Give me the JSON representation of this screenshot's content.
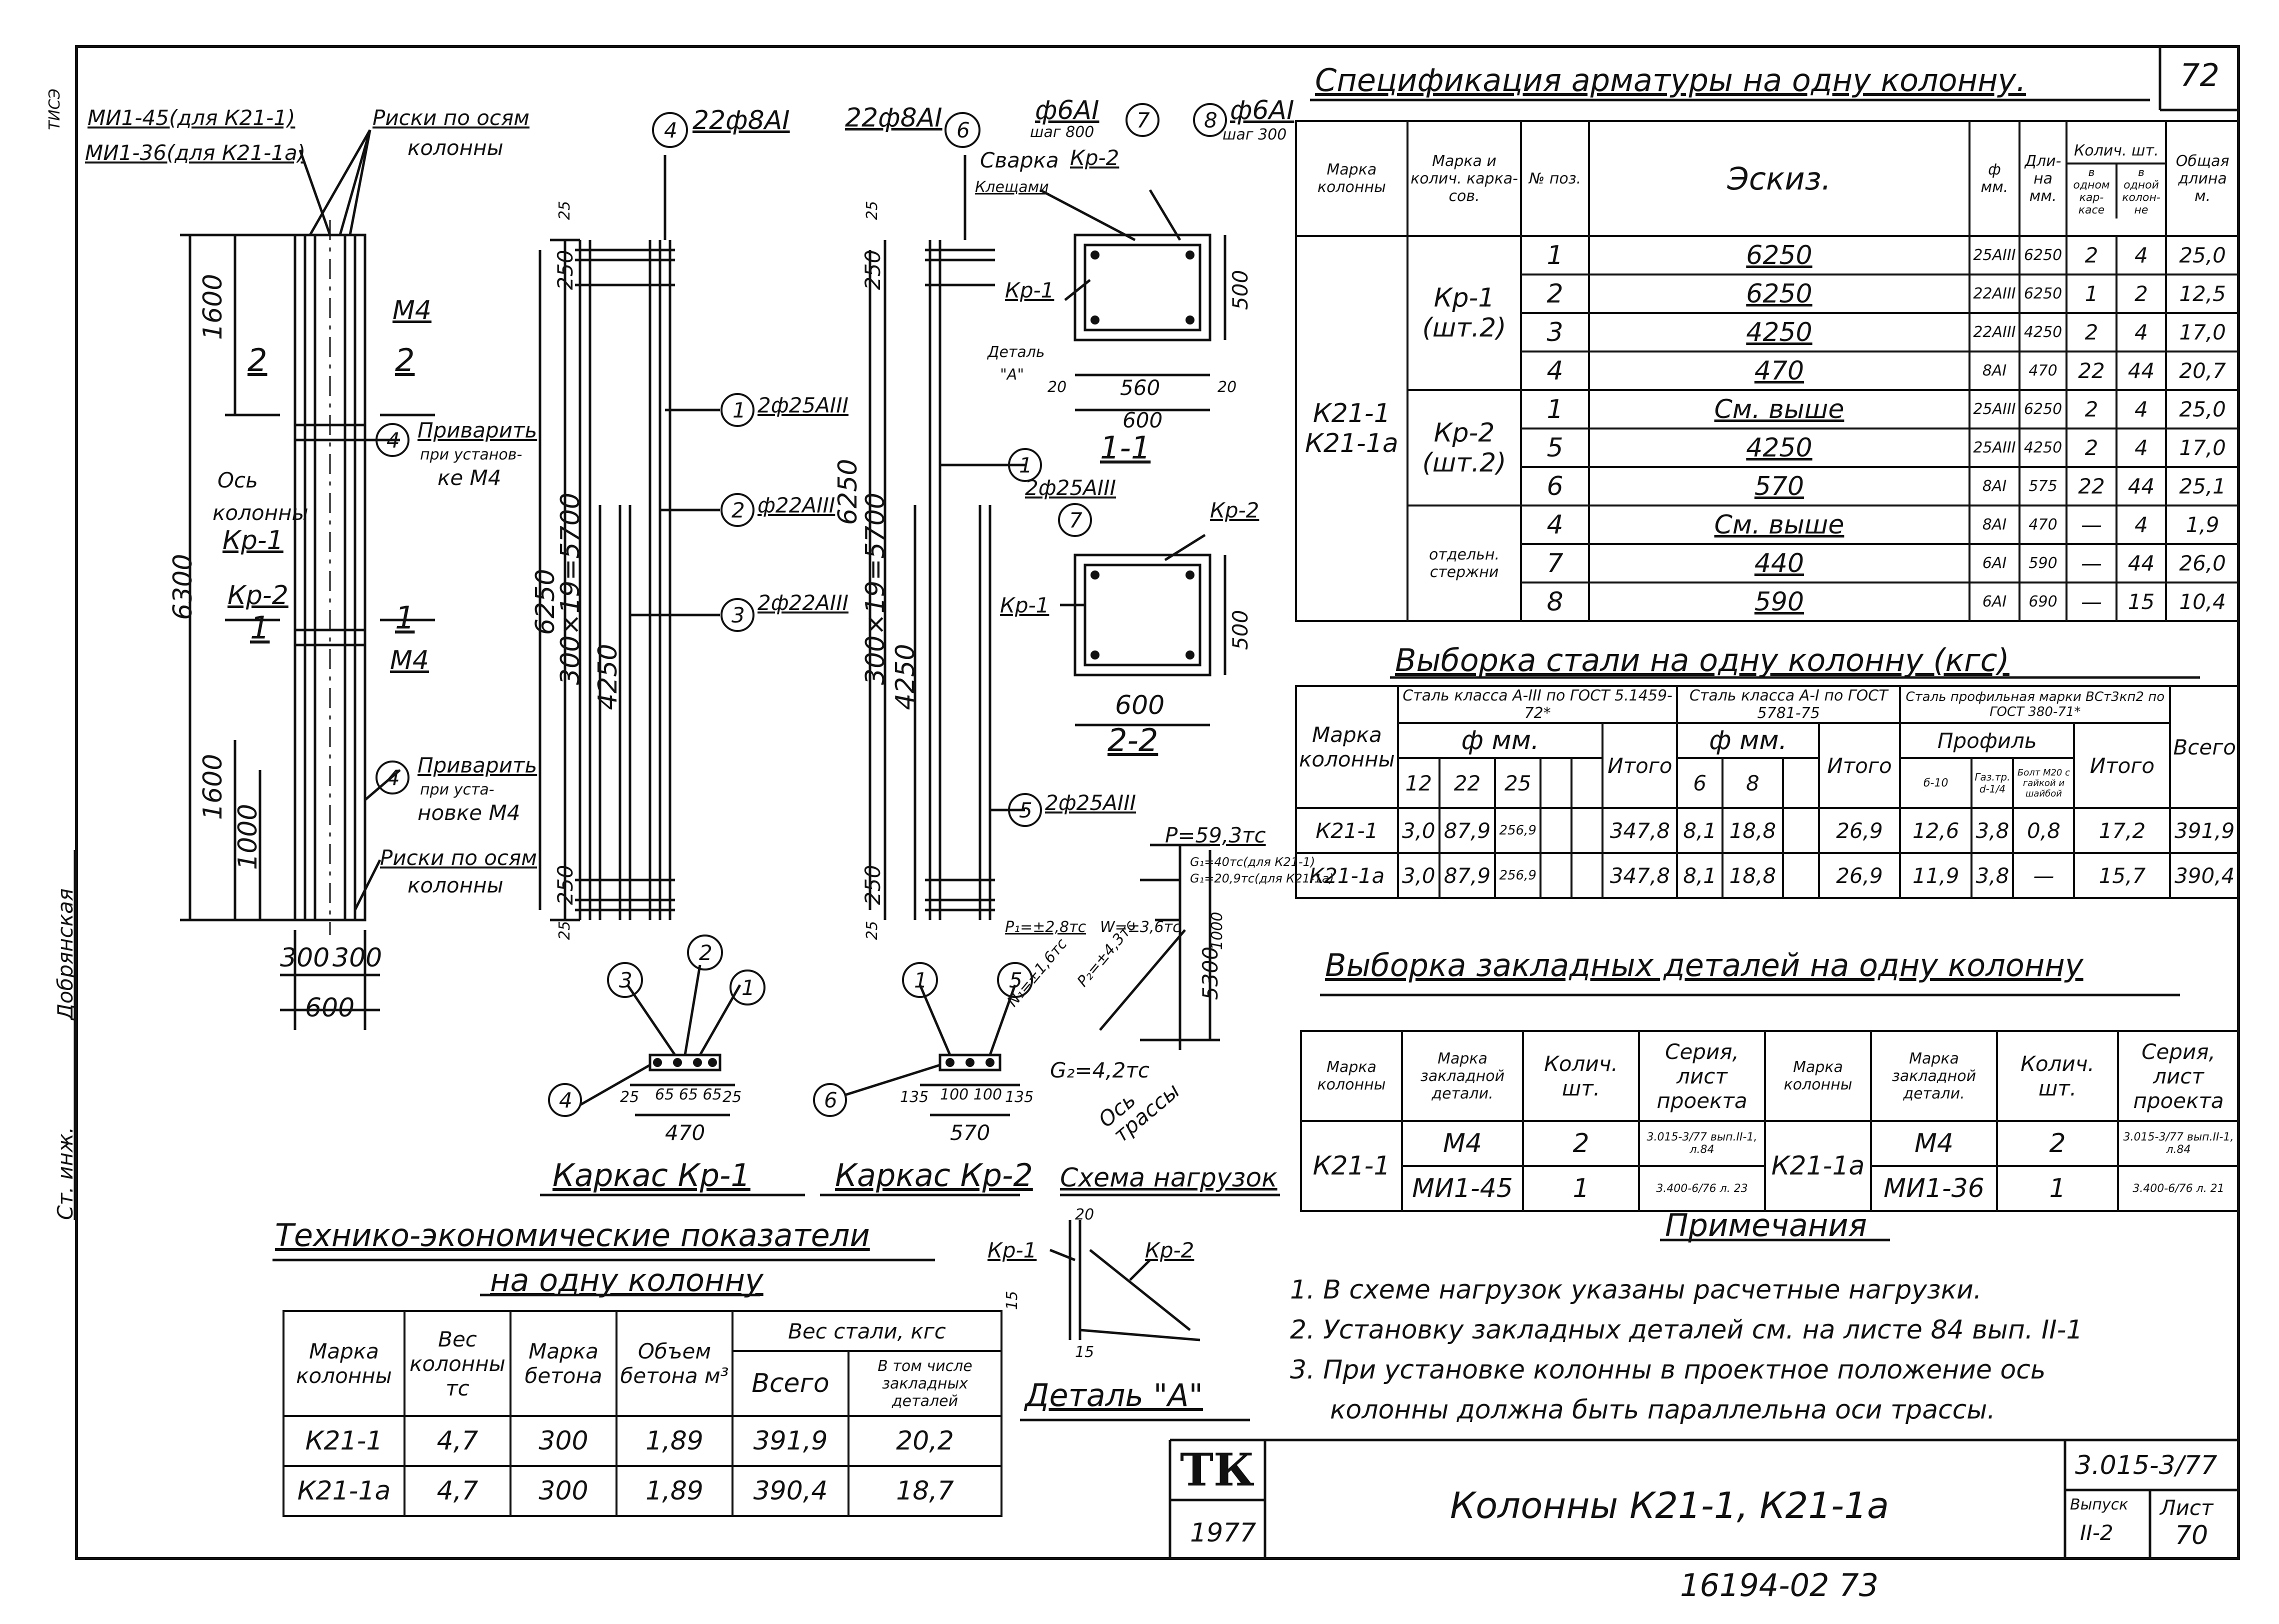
{
  "sheet": {
    "page_number": "72",
    "bottom_number": "16194-02  73",
    "title": "Колонны К21-1,  К21-1а",
    "series": "3.015-3/77",
    "issue_label": "Выпуск",
    "issue_value": "II-2",
    "sheet_label": "Лист",
    "sheet_value": "70",
    "logo": "ТК",
    "year": "1977"
  },
  "left_margin": {
    "label_st_inzh": "Ст. инж.",
    "label_dobryanskaya": "Добрянская",
    "label_top": "ТИСЭ"
  },
  "column_view": {
    "label_mi": "МИ1-45(для К21-1)",
    "label_mi2": "МИ1-36(для К21-1а)",
    "label_riski_top": "Риски по осям",
    "label_riski_top2": "колонны",
    "label_m4_top": "М4",
    "label_priv1": "Приварить",
    "label_priv1b": "при установ-",
    "label_priv1c": "ке М4",
    "label_axis": "Ось",
    "label_axis2": "колонны",
    "label_kr1": "Кр-1",
    "label_kr2": "Кр-2",
    "label_sec2a": "2",
    "label_sec2b": "2",
    "label_sec1a": "1",
    "label_sec1b": "1",
    "label_m4_mid": "М4",
    "label_priv2": "Приварить",
    "label_priv2b": "при уста-",
    "label_priv2c": "новке М4",
    "label_riski_bot": "Риски по осям",
    "label_riski_bot2": "колонны",
    "dim_6300": "6300",
    "dim_1600a": "1600",
    "dim_1600b": "1600",
    "dim_1000": "1000",
    "dim_300a": "300",
    "dim_300b": "300",
    "dim_600": "600",
    "circle_4a": "4",
    "circle_4b": "4"
  },
  "frame_kr1": {
    "top_label": "22ф8АI",
    "circle_4": "4",
    "dim_25t": "25",
    "dim_250t": "250",
    "dim_6250": "6250",
    "dim_5700": "300×19=5700",
    "dim_4250": "4250",
    "dim_250b": "250",
    "dim_25b": "25",
    "bar1": "2ф25АIII",
    "bar2": "ф22АIII",
    "bar3": "2ф22АIII",
    "c1": "1",
    "c2": "2",
    "c3": "3",
    "sec_c3": "3",
    "sec_c2": "2",
    "sec_c1": "1",
    "sec_c4": "4",
    "sec_25a": "25",
    "sec_65": "65 65 65",
    "sec_25b": "25",
    "sec_470": "470",
    "title": "Каркас Кр-1"
  },
  "frame_kr2": {
    "top_label": "22ф8АI",
    "circle_6": "6",
    "dim_25t": "25",
    "dim_250t": "250",
    "dim_6250": "6250",
    "dim_5700": "300×19=5700",
    "dim_4250": "4250",
    "dim_250b": "250",
    "dim_25b": "25",
    "bar1": "2ф25АIII",
    "bar5": "2ф25АIII",
    "c1": "1",
    "c5": "5",
    "sec_c1": "1",
    "sec_c5": "5",
    "sec_c6": "6",
    "sec_135a": "135",
    "sec_100": "100 100",
    "sec_135b": "135",
    "sec_570": "570",
    "title": "Каркас Кр-2"
  },
  "section_1": {
    "stirrup7": "ф6АI",
    "stirrup7b": "шаг 800",
    "stirrup8": "ф6АI",
    "stirrup8b": "шаг 300",
    "c7": "7",
    "c8": "8",
    "svarka": "Сварка",
    "kleshchami": "Клещами",
    "kr2": "Кр-2",
    "kr1": "Кр-1",
    "detail": "Деталь",
    "detail_a": "\"А\"",
    "d20a": "20",
    "d560": "560",
    "d20b": "20",
    "d600": "600",
    "d500": "500",
    "title": "1-1"
  },
  "section_2": {
    "c7": "7",
    "kr2": "Кр-2",
    "kr1": "Кр-1",
    "d500": "500",
    "d600": "600",
    "title": "2-2"
  },
  "load_scheme": {
    "p": "P=59,3тс",
    "g1a": "G₁=40тс(для К21-1)",
    "g1b": "G₁=20,9тс(для К21-1а)",
    "p1": "P₁=±2,8тс",
    "w": "W=±3,6тс",
    "n1": "N₁=±1,6тс",
    "p2": "P₂=±4,3тс",
    "g2": "G₂=4,2тс",
    "d5300": "5300",
    "d1000": "1000",
    "axis": "Ось",
    "axis2": "трассы",
    "title": "Схема нагрузок"
  },
  "detail_a": {
    "kr1": "Кр-1",
    "kr2": "Кр-2",
    "d20": "20",
    "d15a": "15",
    "d15b": "15",
    "title": "Деталь \"А\""
  },
  "spec": {
    "title": "Спецификация арматуры на одну колонну.",
    "headers": {
      "marka_col": "Марка колонны",
      "marka_frame": "Марка и колич. карка-сов.",
      "pos": "№ поз.",
      "sketch": "Эскиз.",
      "phi": "ф мм.",
      "length": "Дли-на мм.",
      "qty": "Колич. шт.",
      "qty_frame": "в одном кар-касе",
      "qty_col": "в одной колон-не",
      "total": "Общая длина м."
    },
    "col_marks": "К21-1\nК21-1а",
    "groups": [
      "Кр-1 (шт.2)",
      "Кр-2 (шт.2)",
      "отдельн. стержни"
    ],
    "rows": [
      {
        "pos": "1",
        "sketch": "6250",
        "phi": "25АIII",
        "len": "6250",
        "qf": "2",
        "qc": "4",
        "total": "25,0"
      },
      {
        "pos": "2",
        "sketch": "6250",
        "phi": "22АIII",
        "len": "6250",
        "qf": "1",
        "qc": "2",
        "total": "12,5"
      },
      {
        "pos": "3",
        "sketch": "4250",
        "phi": "22АIII",
        "len": "4250",
        "qf": "2",
        "qc": "4",
        "total": "17,0"
      },
      {
        "pos": "4",
        "sketch": "470",
        "phi": "8АI",
        "len": "470",
        "qf": "22",
        "qc": "44",
        "total": "20,7"
      },
      {
        "pos": "1",
        "sketch": "См. выше",
        "phi": "25АIII",
        "len": "6250",
        "qf": "2",
        "qc": "4",
        "total": "25,0"
      },
      {
        "pos": "5",
        "sketch": "4250",
        "phi": "25АIII",
        "len": "4250",
        "qf": "2",
        "qc": "4",
        "total": "17,0"
      },
      {
        "pos": "6",
        "sketch": "570",
        "phi": "8АI",
        "len": "575",
        "qf": "22",
        "qc": "44",
        "total": "25,1"
      },
      {
        "pos": "4",
        "sketch": "См. выше",
        "phi": "8АI",
        "len": "470",
        "qf": "—",
        "qc": "4",
        "total": "1,9"
      },
      {
        "pos": "7",
        "sketch": "440",
        "phi": "6АI",
        "len": "590",
        "qf": "—",
        "qc": "44",
        "total": "26,0"
      },
      {
        "pos": "8",
        "sketch": "590",
        "phi": "6АI",
        "len": "690",
        "qf": "—",
        "qc": "15",
        "total": "10,4"
      }
    ]
  },
  "steel": {
    "title": "Выборка стали на одну колонну (кгс)",
    "h_marka": "Марка колонны",
    "h_a3": "Сталь класса А-III по ГОСТ 5.1459-72*",
    "h_a1": "Сталь класса А-I по ГОСТ 5781-75",
    "h_prof": "Сталь профильная марки ВСт3кп2 по ГОСТ 380-71*",
    "h_phi": "ф мм.",
    "h_phi2": "ф мм.",
    "h_profil": "Профиль",
    "h_itogo": "Итого",
    "h_itogo2": "Итого",
    "h_itogo3": "Итого",
    "h_vsego": "Всего",
    "d12": "12",
    "d22": "22",
    "d25": "25",
    "d6": "6",
    "d8": "8",
    "p1": "б-10",
    "p2": "Газ.тр. d-1/4",
    "p3": "Болт М20 с гайкой и шайбой",
    "rows": [
      {
        "m": "К21-1",
        "a12": "3,0",
        "a22": "87,9",
        "a25": "256,9",
        "it": "347,8",
        "b6": "8,1",
        "b8": "18,8",
        "it2": "26,9",
        "p1": "12,6",
        "p2": "3,8",
        "p3": "0,8",
        "it3": "17,2",
        "all": "391,9"
      },
      {
        "m": "К21-1а",
        "a12": "3,0",
        "a22": "87,9",
        "a25": "256,9",
        "it": "347,8",
        "b6": "8,1",
        "b8": "18,8",
        "it2": "26,9",
        "p1": "11,9",
        "p2": "3,8",
        "p3": "—",
        "it3": "15,7",
        "all": "390,4"
      }
    ]
  },
  "embedded": {
    "title": "Выборка закладных деталей на одну колонну",
    "h_marka": "Марка колонны",
    "h_det": "Марка закладной детали.",
    "h_qty": "Колич. шт.",
    "h_series": "Серия, лист проекта",
    "left_col": "К21-1",
    "right_col": "К21-1а",
    "left": [
      {
        "det": "М4",
        "qty": "2",
        "ser": "3.015-3/77 вып.II-1, л.84"
      },
      {
        "det": "МИ1-45",
        "qty": "1",
        "ser": "3.400-6/76 л. 23"
      }
    ],
    "right": [
      {
        "det": "М4",
        "qty": "2",
        "ser": "3.015-3/77 вып.II-1, л.84"
      },
      {
        "det": "МИ1-36",
        "qty": "1",
        "ser": "3.400-6/76 л. 21"
      }
    ]
  },
  "notes": {
    "title": "Примечания",
    "items": [
      "1. В схеме нагрузок указаны расчетные нагрузки.",
      "2. Установку закладных деталей см. на листе 84 вып. II-1",
      "3. При установке колонны в проектное положение ось",
      "колонны должна быть параллельна оси трассы."
    ]
  },
  "tep": {
    "title": "Технико-экономические показатели",
    "subtitle": "на одну колонну",
    "h_marka": "Марка колонны",
    "h_ves": "Вес колонны тс",
    "h_beton": "Марка бетона",
    "h_vol": "Объем бетона м³",
    "h_steel": "Вес стали, кгс",
    "h_all": "Всего",
    "h_incl": "В том числе закладных деталей",
    "rows": [
      {
        "m": "К21-1",
        "ves": "4,7",
        "bet": "300",
        "vol": "1,89",
        "all": "391,9",
        "inc": "20,2"
      },
      {
        "m": "К21-1а",
        "ves": "4,7",
        "bet": "300",
        "vol": "1,89",
        "all": "390,4",
        "inc": "18,7"
      }
    ]
  },
  "colors": {
    "ink": "#111111",
    "paper": "#ffffff"
  }
}
